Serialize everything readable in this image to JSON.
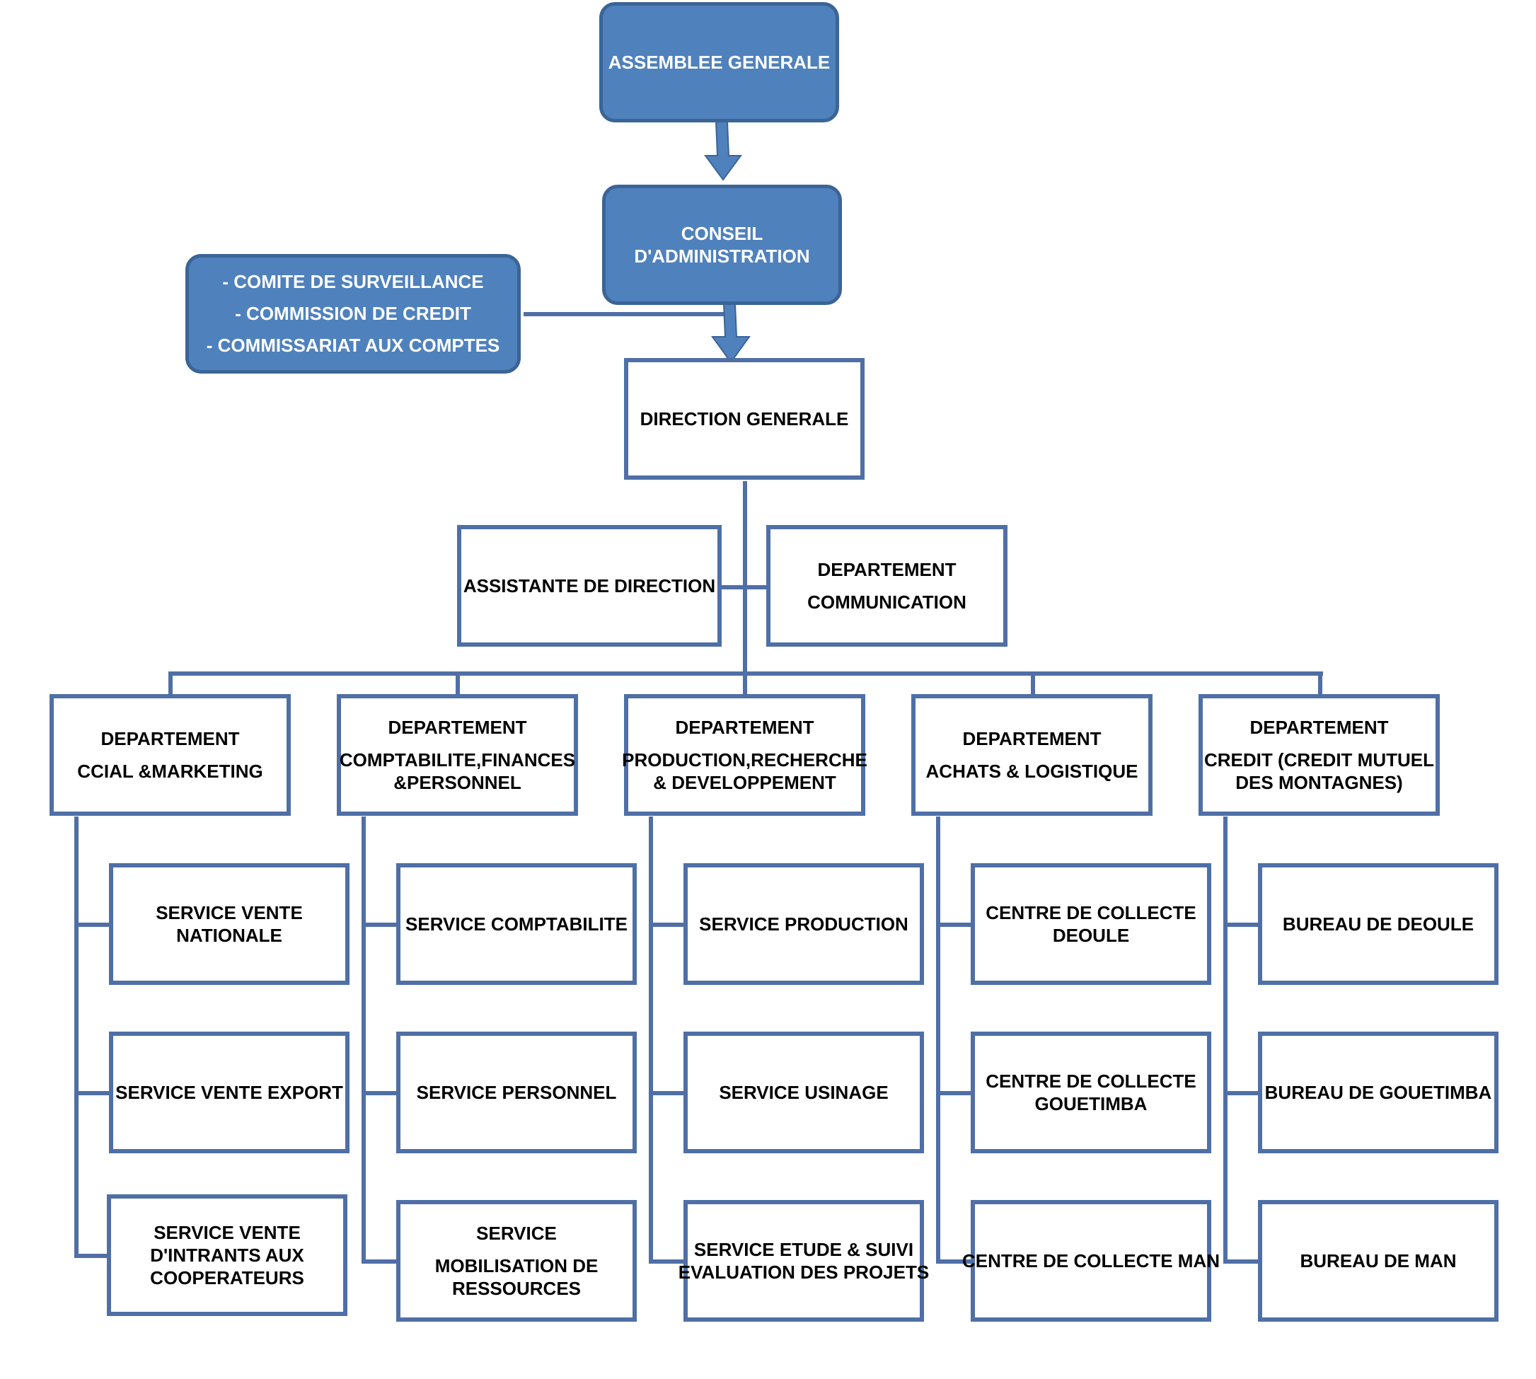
{
  "assemblee": "ASSEMBLEE GENERALE",
  "conseil": [
    "CONSEIL",
    "D'ADMINISTRATION"
  ],
  "comites": [
    "- COMITE DE SURVEILLANCE",
    "- COMMISSION DE CREDIT",
    "- COMMISSARIAT AUX COMPTES"
  ],
  "direction": "DIRECTION GENERALE",
  "assistante": "ASSISTANTE DE DIRECTION",
  "communication": [
    "DEPARTEMENT",
    "COMMUNICATION"
  ],
  "departments": [
    {
      "lines": [
        "DEPARTEMENT",
        "CCIAL &MARKETING"
      ],
      "services": [
        [
          "SERVICE VENTE",
          "NATIONALE"
        ],
        [
          "SERVICE VENTE EXPORT"
        ],
        [
          "SERVICE VENTE",
          "D'INTRANTS AUX",
          "COOPERATEURS"
        ]
      ]
    },
    {
      "lines": [
        "DEPARTEMENT",
        "COMPTABILITE,FINANCES",
        "&PERSONNEL"
      ],
      "services": [
        [
          "SERVICE COMPTABILITE"
        ],
        [
          "SERVICE PERSONNEL"
        ],
        [
          "SERVICE",
          "MOBILISATION DE",
          "RESSOURCES"
        ]
      ]
    },
    {
      "lines": [
        "DEPARTEMENT",
        "PRODUCTION,RECHERCHE",
        "& DEVELOPPEMENT"
      ],
      "services": [
        [
          "SERVICE PRODUCTION"
        ],
        [
          "SERVICE USINAGE"
        ],
        [
          "SERVICE ETUDE & SUIVI",
          "EVALUATION DES PROJETS"
        ]
      ]
    },
    {
      "lines": [
        "DEPARTEMENT",
        "ACHATS & LOGISTIQUE"
      ],
      "services": [
        [
          "CENTRE DE COLLECTE",
          "DEOULE"
        ],
        [
          "CENTRE DE COLLECTE",
          "GOUETIMBA"
        ],
        [
          "CENTRE DE COLLECTE MAN"
        ]
      ]
    },
    {
      "lines": [
        "DEPARTEMENT",
        "CREDIT (CREDIT MUTUEL",
        "DES MONTAGNES)"
      ],
      "services": [
        [
          "BUREAU DE DEOULE"
        ],
        [
          "BUREAU DE GOUETIMBA"
        ],
        [
          "BUREAU DE MAN"
        ]
      ]
    }
  ]
}
